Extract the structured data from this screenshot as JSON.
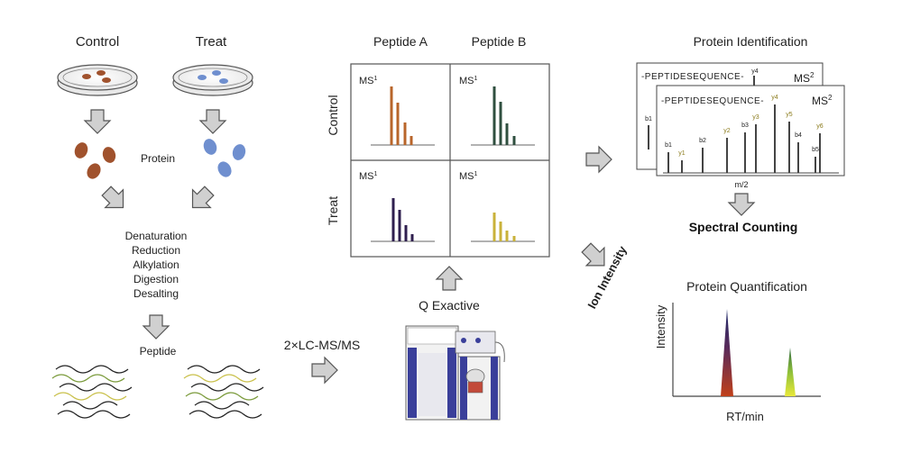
{
  "colors": {
    "control_protein": "#a0522d",
    "treat_protein": "#6f8fcf",
    "ms_control_a": "#b8652a",
    "ms_control_b": "#2f4f3f",
    "ms_treat_a": "#2f1f4f",
    "ms_treat_b": "#c9b23a",
    "arrow_fill": "#d0d0d0",
    "arrow_stroke": "#555555"
  },
  "sample_prep": {
    "control_label": "Control",
    "treat_label": "Treat",
    "protein_label": "Protein",
    "steps": [
      "Denaturation",
      "Reduction",
      "Alkylation",
      "Digestion",
      "Desalting"
    ],
    "peptide_label": "Peptide"
  },
  "lcms": {
    "method_label": "2×LC-MS/MS",
    "instrument_label": "Q Exactive"
  },
  "ms_grid": {
    "col_labels": [
      "Peptide A",
      "Peptide B"
    ],
    "row_labels": [
      "Control",
      "Treat"
    ],
    "panel_label": "MS",
    "panel_label_sup": "1"
  },
  "identification": {
    "title": "Protein Identification",
    "sequence_label": "-PEPTIDESEQUENCE-",
    "spectrum_label": "MS",
    "spectrum_label_sup": "2",
    "x_axis_label": "m/2",
    "ion_labels": [
      "b1",
      "y1",
      "b2",
      "y2",
      "b3",
      "y3",
      "y4",
      "y5",
      "b4",
      "b5",
      "y6"
    ],
    "back_ion_label": "y4",
    "method_label": "Spectral Counting"
  },
  "ion_intensity_label": "Ion Intensity",
  "quantification": {
    "title": "Protein Quantification",
    "ylabel": "Intensity",
    "xlabel": "RT/min"
  }
}
